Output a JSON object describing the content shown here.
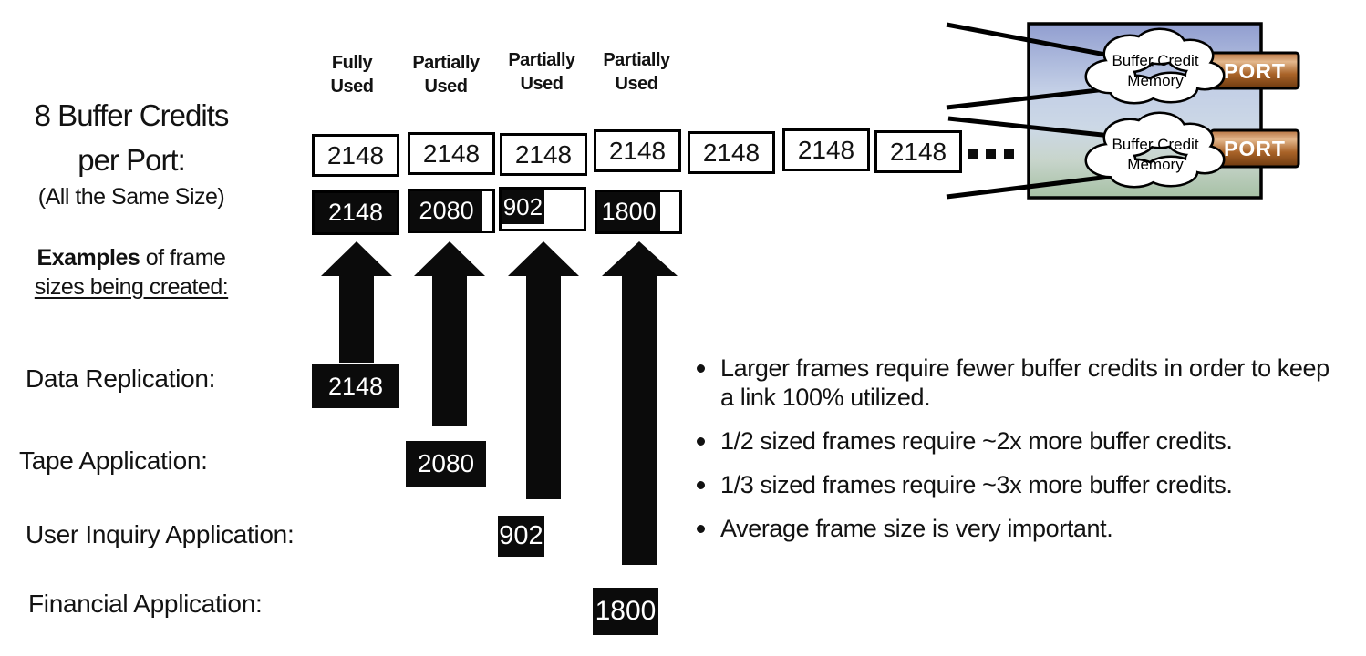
{
  "left_panel": {
    "title_line1": "8 Buffer Credits",
    "title_line2": "per Port:",
    "subtitle": "(All the Same Size)",
    "examples_bold": "Examples",
    "examples_rest": " of frame",
    "examples_line2": "sizes being created:"
  },
  "columns": {
    "headers": [
      {
        "line1": "Fully",
        "line2": "Used"
      },
      {
        "line1": "Partially",
        "line2": "Used"
      },
      {
        "line1": "Partially",
        "line2": "Used"
      },
      {
        "line1": "Partially",
        "line2": "Used"
      }
    ]
  },
  "credit_frames": {
    "values": [
      "2148",
      "2148",
      "2148",
      "2148",
      "2148",
      "2148",
      "2148"
    ],
    "ellipsis": "..."
  },
  "usage_frames": [
    {
      "value": "2148",
      "fill_pct": 100
    },
    {
      "value": "2080",
      "fill_pct": 88
    },
    {
      "value": "902",
      "fill_pct": 52
    },
    {
      "value": "1800",
      "fill_pct": 77
    }
  ],
  "applications": [
    {
      "label": "Data Replication:",
      "value": "2148"
    },
    {
      "label": "Tape Application:",
      "value": "2080"
    },
    {
      "label": "User Inquiry Application:",
      "value": "902"
    },
    {
      "label": "Financial Application:",
      "value": "1800"
    }
  ],
  "bullets": [
    "Larger frames require fewer buffer credits in order to keep a link 100% utilized.",
    "1/2 sized frames require ~2x more buffer credits.",
    "1/3 sized frames require ~3x more buffer credits.",
    "Average frame size is very important."
  ],
  "switch_diagram": {
    "cloud_label_line1": "Buffer Credit",
    "cloud_label_line2": "Memory",
    "port_label": "PORT",
    "colors": {
      "chassis_top": "#919ed0",
      "chassis_mid": "#ccd8e6",
      "chassis_bottom": "#a6c0a4",
      "port_light": "#e4b88d",
      "port_dark": "#6e3a10",
      "frame_black": "#0b0b0b"
    }
  }
}
